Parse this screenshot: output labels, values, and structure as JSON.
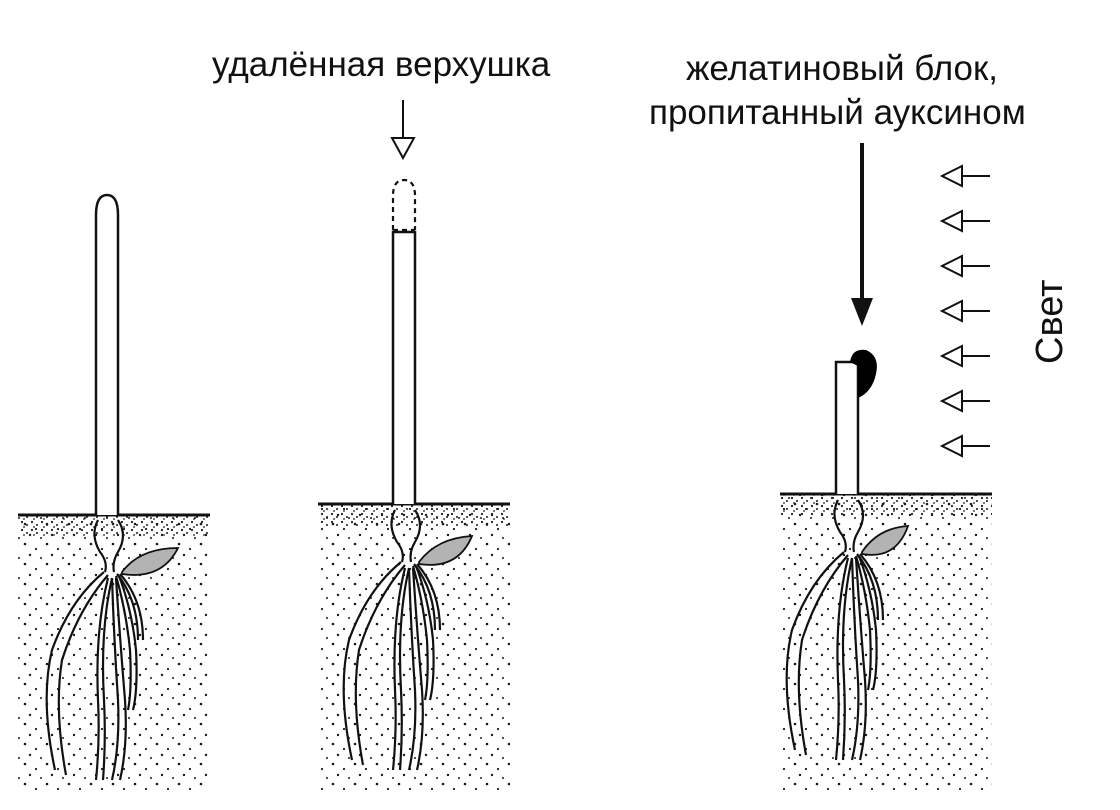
{
  "labels": {
    "removed_tip": "удалённая верхушка",
    "gelatin_line1": "желатиновый блок,",
    "gelatin_line2": "пропитанный ауксином",
    "light": "Свет"
  },
  "colors": {
    "ink": "#111111",
    "leaf": "#b3b3b3",
    "soil_dots": "#1a1a1a",
    "gelatin_block": "#000000"
  }
}
